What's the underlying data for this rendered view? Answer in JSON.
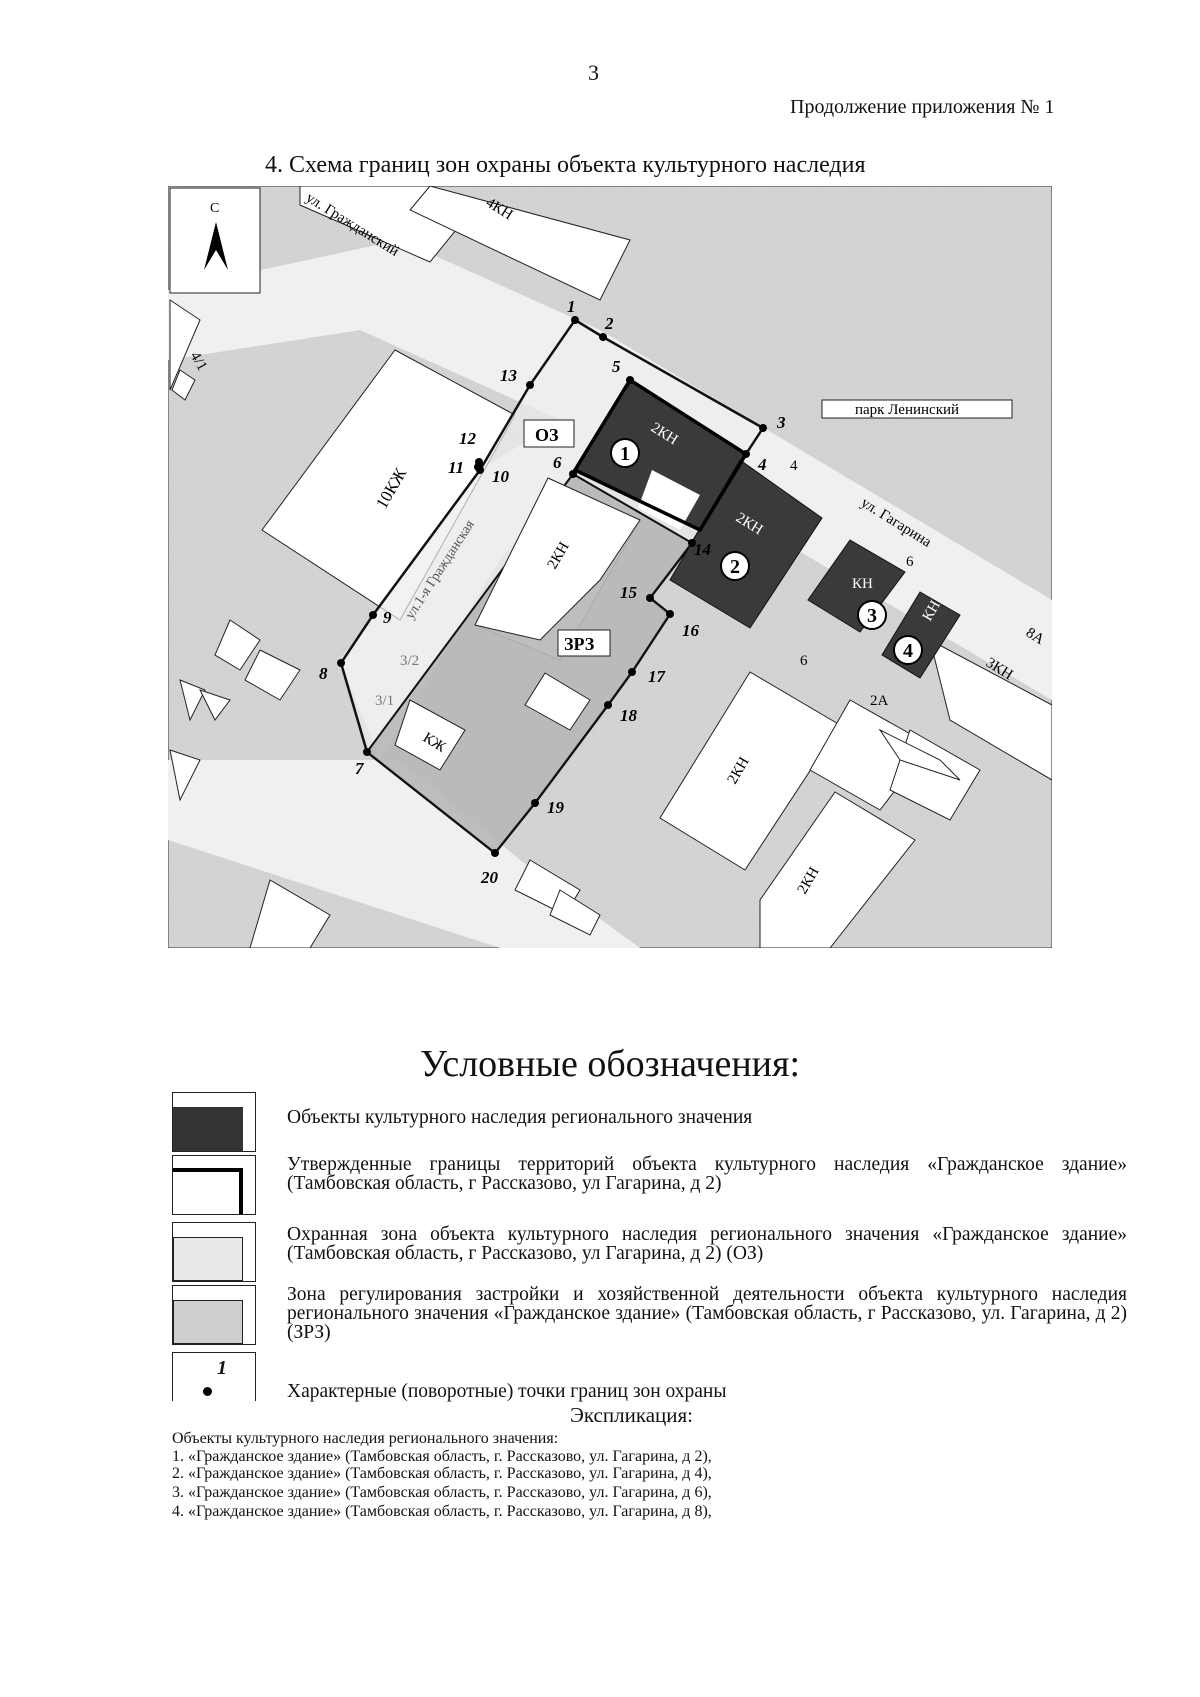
{
  "page_number": "3",
  "continuation": "Продолжение приложения № 1",
  "title": "4. Схема границ зон охраны объекта культурного наследия",
  "map": {
    "north_label": "С",
    "zone_labels": {
      "oz": "ОЗ",
      "zrz": "ЗРЗ"
    },
    "street_labels": [
      "ул. Гражданский",
      "парк Ленинский",
      "ул. Гагарина",
      "ул.1-я Гражданская"
    ],
    "building_labels": [
      "4КН",
      "10КЖ",
      "2КН",
      "2КН",
      "2КН",
      "КН",
      "КН",
      "3КН",
      "2КН",
      "2КН",
      "КЖ",
      "4/1",
      "4",
      "6",
      "6",
      "8А",
      "2А",
      "3/2",
      "3/1"
    ],
    "objects": [
      "1",
      "2",
      "3",
      "4"
    ],
    "points": [
      "1",
      "2",
      "3",
      "4",
      "5",
      "6",
      "7",
      "8",
      "9",
      "10",
      "11",
      "12",
      "13",
      "14",
      "15",
      "16",
      "17",
      "18",
      "19",
      "20"
    ]
  },
  "legend": {
    "title": "Условные обозначения:",
    "items": [
      {
        "symbol": "dark-fill",
        "text": "Объекты культурного наследия регионального значения"
      },
      {
        "symbol": "thick-border",
        "text": "Утвержденные границы территорий объекта культурного наследия «Гражданское здание» (Тамбовская область, г Рассказово, ул Гагарина, д 2)"
      },
      {
        "symbol": "light-fill",
        "text": "Охранная зона объекта культурного наследия регионального значения «Гражданское здание» (Тамбовская область, г Рассказово, ул Гагарина, д 2) (ОЗ)"
      },
      {
        "symbol": "grey-fill",
        "text": "Зона регулирования застройки и хозяйственной деятельности объекта культурного наследия регионального значения «Гражданское здание» (Тамбовская область, г Рассказово, ул. Гагарина, д 2) (ЗРЗ)"
      },
      {
        "symbol": "point",
        "symbol_label": "1",
        "text": "Характерные (поворотные) точки границ зон охраны"
      }
    ]
  },
  "explication": {
    "title": "Экспликация:",
    "heading": "Объекты культурного наследия регионального значения:",
    "items": [
      "1. «Гражданское здание» (Тамбовская область, г. Рассказово, ул. Гагарина, д 2),",
      "2. «Гражданское здание» (Тамбовская область, г. Рассказово, ул. Гагарина, д 4),",
      "3. «Гражданское здание» (Тамбовская область, г. Рассказово, ул. Гагарина, д 6),",
      "4. «Гражданское здание» (Тамбовская область, г. Рассказово, ул. Гагарина, д 8),"
    ]
  },
  "colors": {
    "heritage": "#333333",
    "oz": "#e6e6e6",
    "zrz": "#b3b3b3",
    "background": "#d9d9d9"
  }
}
